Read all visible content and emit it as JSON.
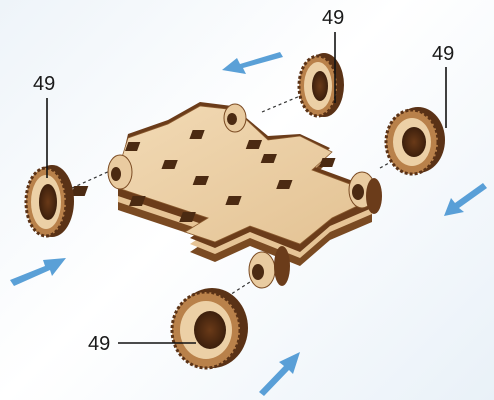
{
  "callouts": {
    "top_wheel": "49",
    "right_wheel": "49",
    "left_wheel": "49",
    "bottom_wheel": "49"
  },
  "colors": {
    "arrow": "#3d8fd0",
    "wood_light": "#ecd0a6",
    "wood_edge": "#7a4a22",
    "wood_dark": "#5a3216",
    "hole": "#4b2a12"
  },
  "icons": {
    "arrows": "motion-arrow-icon",
    "wheels": "gear-wheel-icon"
  }
}
